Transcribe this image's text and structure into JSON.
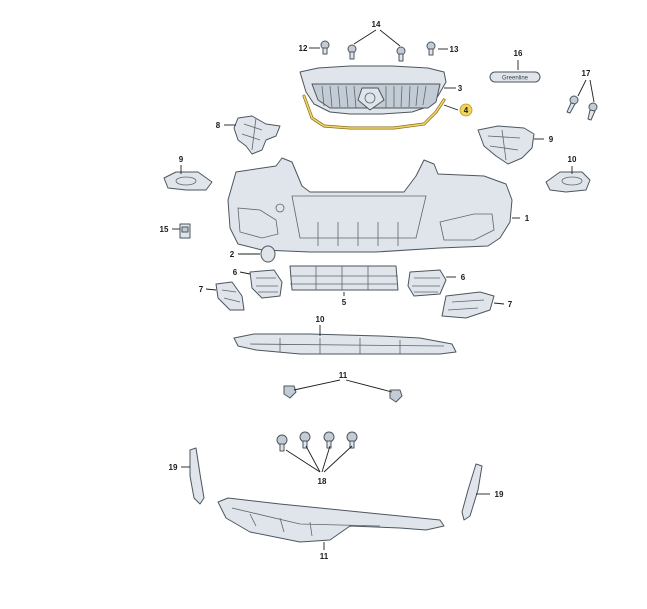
{
  "callouts": [
    {
      "id": "c1",
      "label": "1"
    },
    {
      "id": "c2",
      "label": "2"
    },
    {
      "id": "c3",
      "label": "3"
    },
    {
      "id": "c4",
      "label": "4",
      "highlight": true
    },
    {
      "id": "c5",
      "label": "5"
    },
    {
      "id": "c6a",
      "label": "6"
    },
    {
      "id": "c6b",
      "label": "6"
    },
    {
      "id": "c7a",
      "label": "7"
    },
    {
      "id": "c7b",
      "label": "7"
    },
    {
      "id": "c8",
      "label": "8"
    },
    {
      "id": "c9a",
      "label": "9"
    },
    {
      "id": "c9b",
      "label": "9"
    },
    {
      "id": "c10a",
      "label": "10"
    },
    {
      "id": "c10b",
      "label": "10"
    },
    {
      "id": "c11a",
      "label": "11"
    },
    {
      "id": "c11b",
      "label": "11"
    },
    {
      "id": "c12",
      "label": "12"
    },
    {
      "id": "c13",
      "label": "13"
    },
    {
      "id": "c14",
      "label": "14"
    },
    {
      "id": "c15",
      "label": "15"
    },
    {
      "id": "c16",
      "label": "16"
    },
    {
      "id": "c17",
      "label": "17"
    },
    {
      "id": "c18",
      "label": "18"
    },
    {
      "id": "c19a",
      "label": "19"
    },
    {
      "id": "c19b",
      "label": "19"
    }
  ],
  "emblem_text": "Greenline",
  "colors": {
    "part_fill": "#dfe5ea",
    "outline": "#4d565e",
    "highlight_badge": "#f0d45a",
    "trim_strip": "#f2d66a"
  }
}
